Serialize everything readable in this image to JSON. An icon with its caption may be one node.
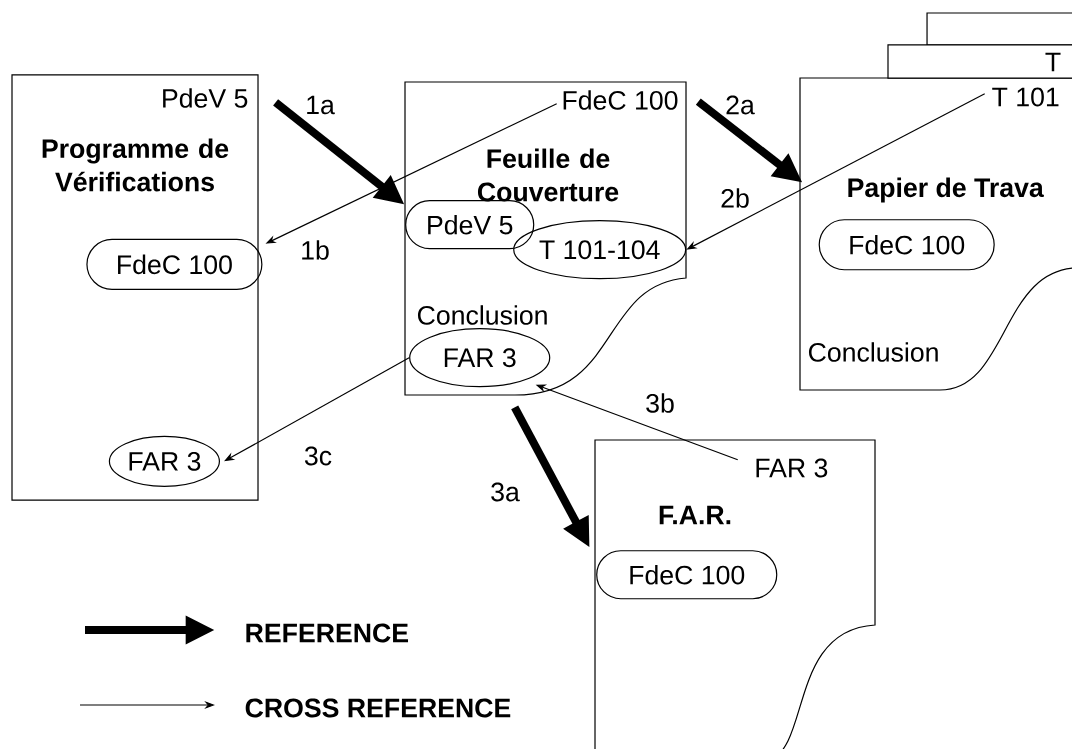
{
  "diagram": {
    "nodes": [
      {
        "text": [
          "PdeV 5",
          "Programme de Vérifications"
        ]
      },
      {
        "text": [
          "FdeC 100"
        ],
        "in": 0
      },
      {
        "text": [
          "FAR 3"
        ],
        "in": 0
      },
      {
        "text": [
          "FdeC 100",
          "Feuille de Couverture",
          "Conclusion"
        ]
      },
      {
        "text": [
          "PdeV 5"
        ],
        "in": 3
      },
      {
        "text": [
          "T 101-104"
        ],
        "in": 3
      },
      {
        "text": [
          "FAR 3"
        ],
        "in": 3
      },
      {
        "text": [
          "T 101",
          "Papier de Trava",
          "Conclusion"
        ]
      },
      {
        "text": [
          "FdeC 100"
        ],
        "in": 7
      },
      {
        "text": [],
        "shape": "box"
      },
      {
        "text": [
          "T"
        ]
      },
      {
        "text": [
          "FAR 3",
          "F.A.R."
        ]
      },
      {
        "text": [
          "FdeC 100"
        ],
        "in": 11
      }
    ],
    "edges": [
      {
        "from": 0,
        "to": 3,
        "arrow": "to",
        "label": "1a",
        "style": "thick"
      },
      {
        "from": 3,
        "to": 1,
        "arrow": "to",
        "label": "1b"
      },
      {
        "from": 3,
        "to": 7,
        "arrow": "to",
        "label": "2a",
        "style": "thick"
      },
      {
        "from": 7,
        "to": 5,
        "arrow": "to",
        "label": "2b"
      },
      {
        "from": 3,
        "to": 11,
        "arrow": "to",
        "label": "3a",
        "style": "thick"
      },
      {
        "from": 11,
        "to": 6,
        "arrow": "to",
        "label": "3b"
      },
      {
        "from": 6,
        "to": 2,
        "arrow": "to",
        "label": "3c"
      }
    ],
    "legend": [
      {
        "text": "REFERENCE"
      },
      {
        "text": "CROSS REFERENCE"
      }
    ]
  }
}
